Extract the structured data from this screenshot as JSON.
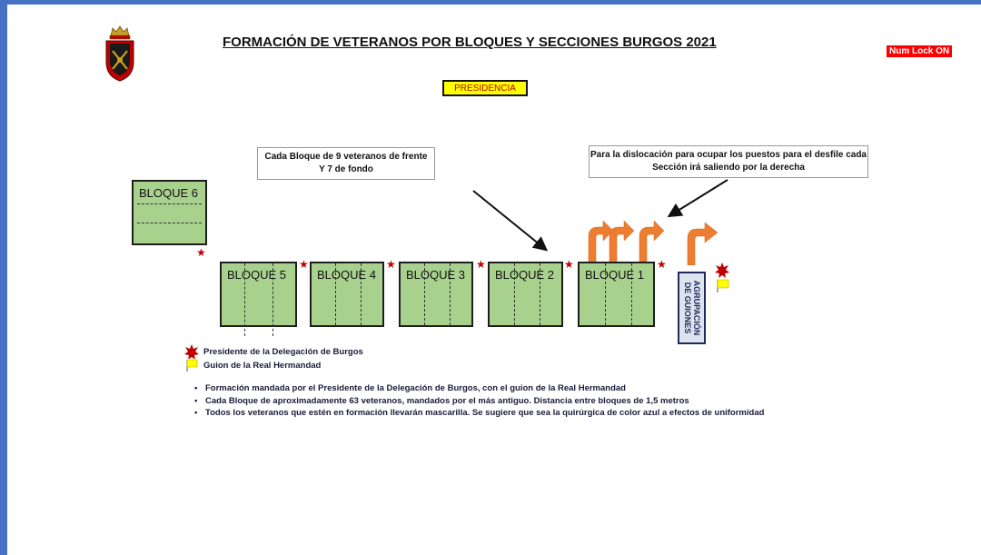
{
  "title": "FORMACIÓN  DE VETERANOS  POR BLOQUES Y SECCIONES  BURGOS 2021",
  "status_badge": "Num Lock ON",
  "presidencia": "PRESIDENCIA",
  "callouts": {
    "blocks": [
      "Cada Bloque de 9 veteranos de frente",
      "Y 7 de fondo"
    ],
    "dislocation": [
      "Para la dislocación para ocupar los puestos para el desfile cada",
      "Sección irá saliendo por la derecha"
    ]
  },
  "blocks": [
    "BLOQUE 1",
    "BLOQUE 2",
    "BLOQUE 3",
    "BLOQUE 4",
    "BLOQUE 5",
    "BLOQUE 6"
  ],
  "guiones": [
    "AGRUPACIÓN",
    "DE GUIONES"
  ],
  "legend": {
    "president": "Presidente de la Delegación de Burgos",
    "guion": "Guion de la Real Hermandad"
  },
  "notes": [
    "Formación mandada por el Presidente de la Delegación de Burgos, con el guion de la Real Hermandad",
    "Cada Bloque de aproximadamente 63 veteranos, mandados por el más antiguo.  Distancia entre bloques  de 1,5 metros",
    "Todos  los veteranos que estén en formación llevarán mascarilla. Se sugiere que sea la quirúrgica de color azul a efectos de uniformidad"
  ],
  "colors": {
    "block_fill": "#a9d18e",
    "star": "#c00000",
    "arrow": "#ed7d31",
    "flag": "#ffff00",
    "presidencia_fill": "#ffff00",
    "badge": "#ff0000",
    "frame": "#4472c4"
  },
  "icons": {
    "emblem": "coat-of-arms-icon",
    "president": "red-star-icon",
    "guion": "yellow-flag-icon",
    "exit": "orange-curved-arrow-icon"
  }
}
